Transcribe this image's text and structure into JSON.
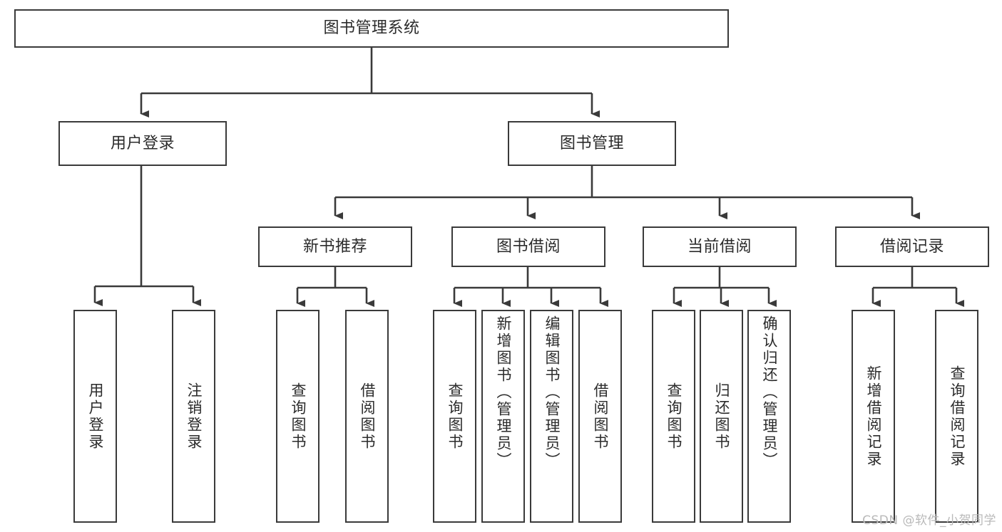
{
  "diagram": {
    "title": "图书管理系统",
    "type": "tree-hierarchy-chart",
    "orientation": "top-down",
    "colors": {
      "border": "#3a3a3a",
      "text": "#2b2b2b",
      "background": "#ffffff",
      "watermark": "#b9b9b9"
    },
    "root": {
      "label": "图书管理系统"
    },
    "level2": [
      {
        "label": "用户登录"
      },
      {
        "label": "图书管理"
      }
    ],
    "level3": [
      {
        "label": "新书推荐"
      },
      {
        "label": "图书借阅"
      },
      {
        "label": "当前借阅"
      },
      {
        "label": "借阅记录"
      }
    ],
    "leaves": {
      "user_login": [
        {
          "label": "用户登录"
        },
        {
          "label": "注销登录"
        }
      ],
      "new_book_recommend": [
        {
          "label": "查询图书"
        },
        {
          "label": "借阅图书"
        }
      ],
      "book_borrow": [
        {
          "label": "查询图书"
        },
        {
          "label": "新增图书（管理员）"
        },
        {
          "label": "编辑图书（管理员）"
        },
        {
          "label": "借阅图书"
        }
      ],
      "current_borrow": [
        {
          "label": "查询图书"
        },
        {
          "label": "归还图书"
        },
        {
          "label": "确认归还（管理员）"
        }
      ],
      "borrow_record": [
        {
          "label": "新增借阅记录"
        },
        {
          "label": "查询借阅记录"
        }
      ]
    }
  },
  "watermark": {
    "text": "CSDN @软件_小贺同学"
  }
}
